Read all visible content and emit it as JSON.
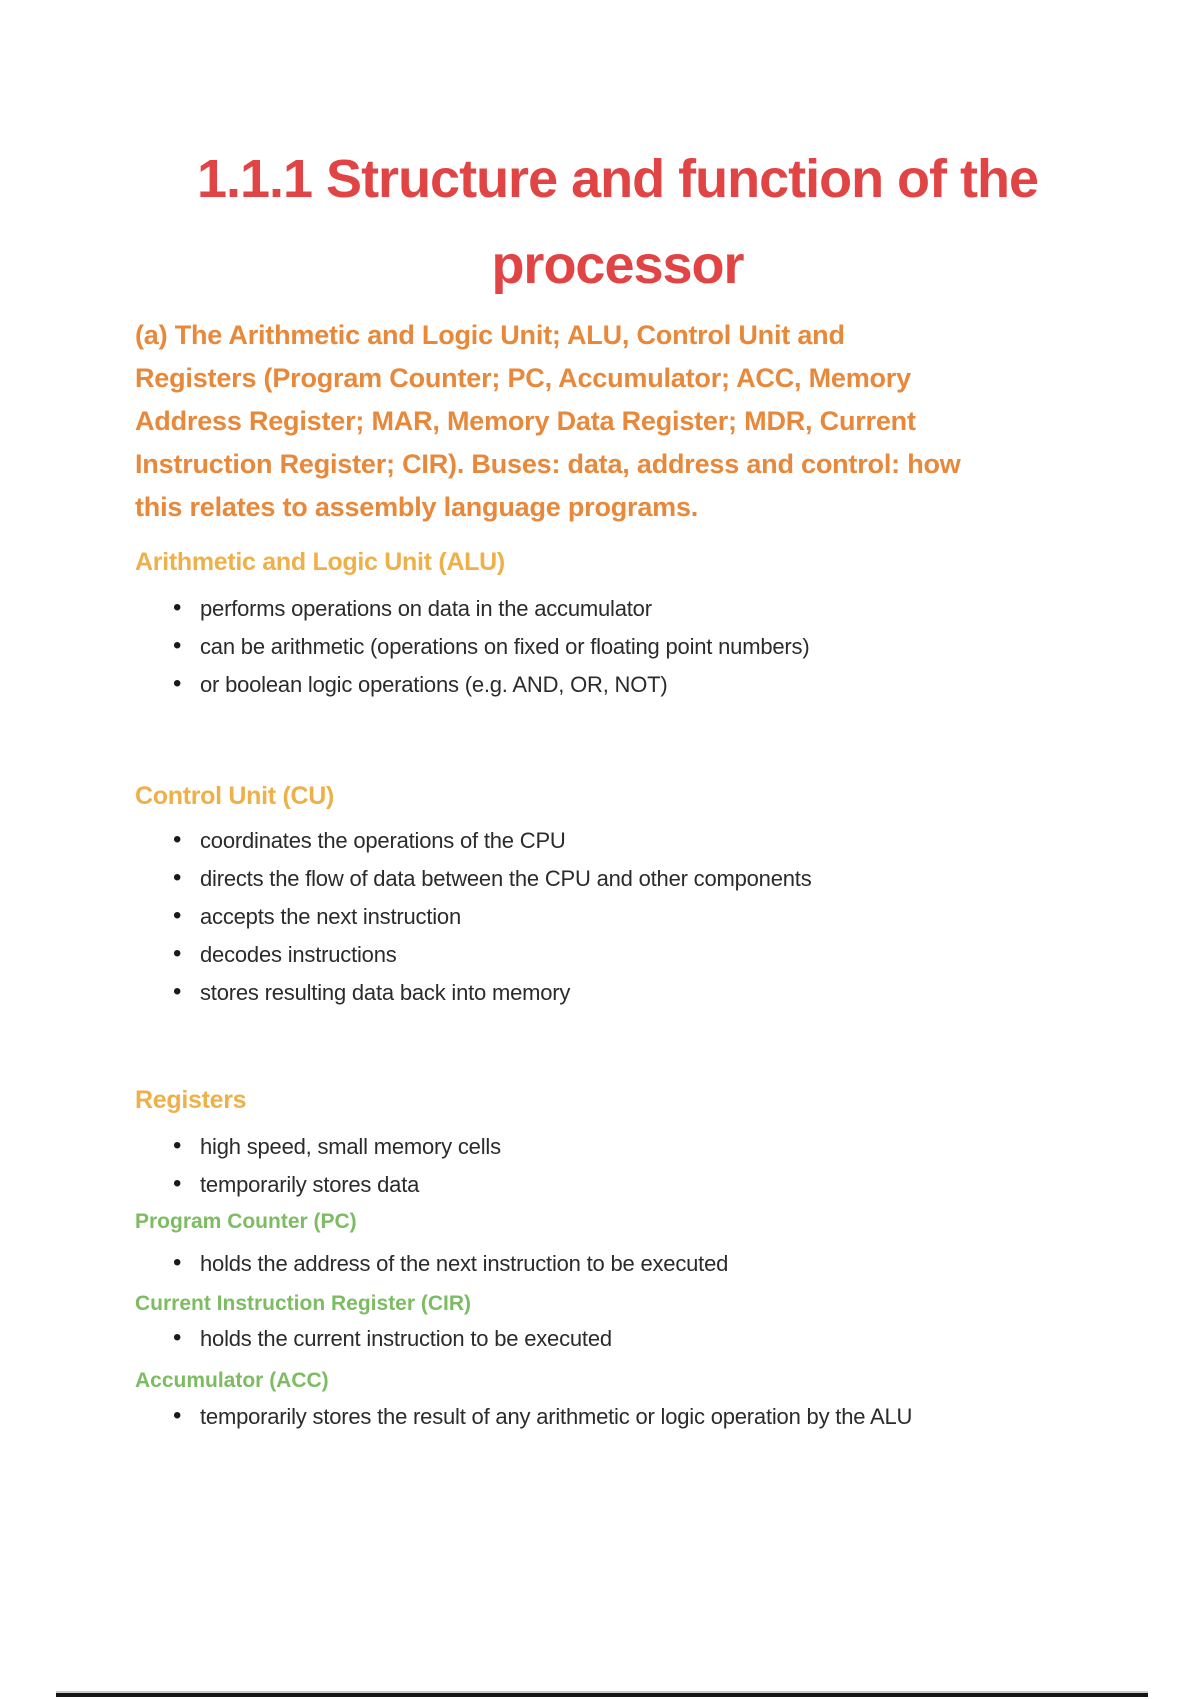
{
  "document": {
    "title_lines": [
      "1.1.1 Structure and function of the",
      "processor"
    ],
    "intro_lines": [
      "(a) The Arithmetic and Logic Unit; ALU, Control Unit and",
      "Registers (Program Counter; PC, Accumulator; ACC, Memory",
      "Address Register; MAR, Memory Data Register; MDR, Current",
      "Instruction Register; CIR). Buses: data, address and control: how",
      "this relates to assembly language programs."
    ],
    "sections": {
      "alu": {
        "heading": "Arithmetic and Logic Unit (ALU)",
        "bullets": [
          "performs operations on data in the accumulator",
          "can be arithmetic (operations on fixed or floating point numbers)",
          "or boolean logic operations (e.g. AND, OR, NOT)"
        ]
      },
      "cu": {
        "heading": "Control Unit (CU)",
        "bullets": [
          "coordinates the operations of the CPU",
          "directs the flow of data between the CPU and other components",
          "accepts the next instruction",
          "decodes instructions",
          "stores resulting data back into memory"
        ]
      },
      "registers": {
        "heading": "Registers",
        "bullets": [
          "high speed, small memory cells",
          "temporarily stores data"
        ]
      },
      "pc": {
        "heading": "Program Counter (PC)",
        "bullets": [
          "holds the address of the next instruction to be executed"
        ]
      },
      "cir": {
        "heading": "Current Instruction Register (CIR)",
        "bullets": [
          "holds the current instruction to be executed"
        ]
      },
      "acc": {
        "heading": "Accumulator (ACC)",
        "bullets": [
          "temporarily stores the result of any arithmetic or logic operation by the ALU"
        ]
      }
    },
    "colors": {
      "title_red": "#e14444",
      "intro_orange": "#e8883a",
      "section_gold": "#eeb14a",
      "subsection_green": "#7dbc63",
      "body_text": "#2b2b2b",
      "bottom_rule": "#141414",
      "page_background": "#ffffff"
    }
  }
}
